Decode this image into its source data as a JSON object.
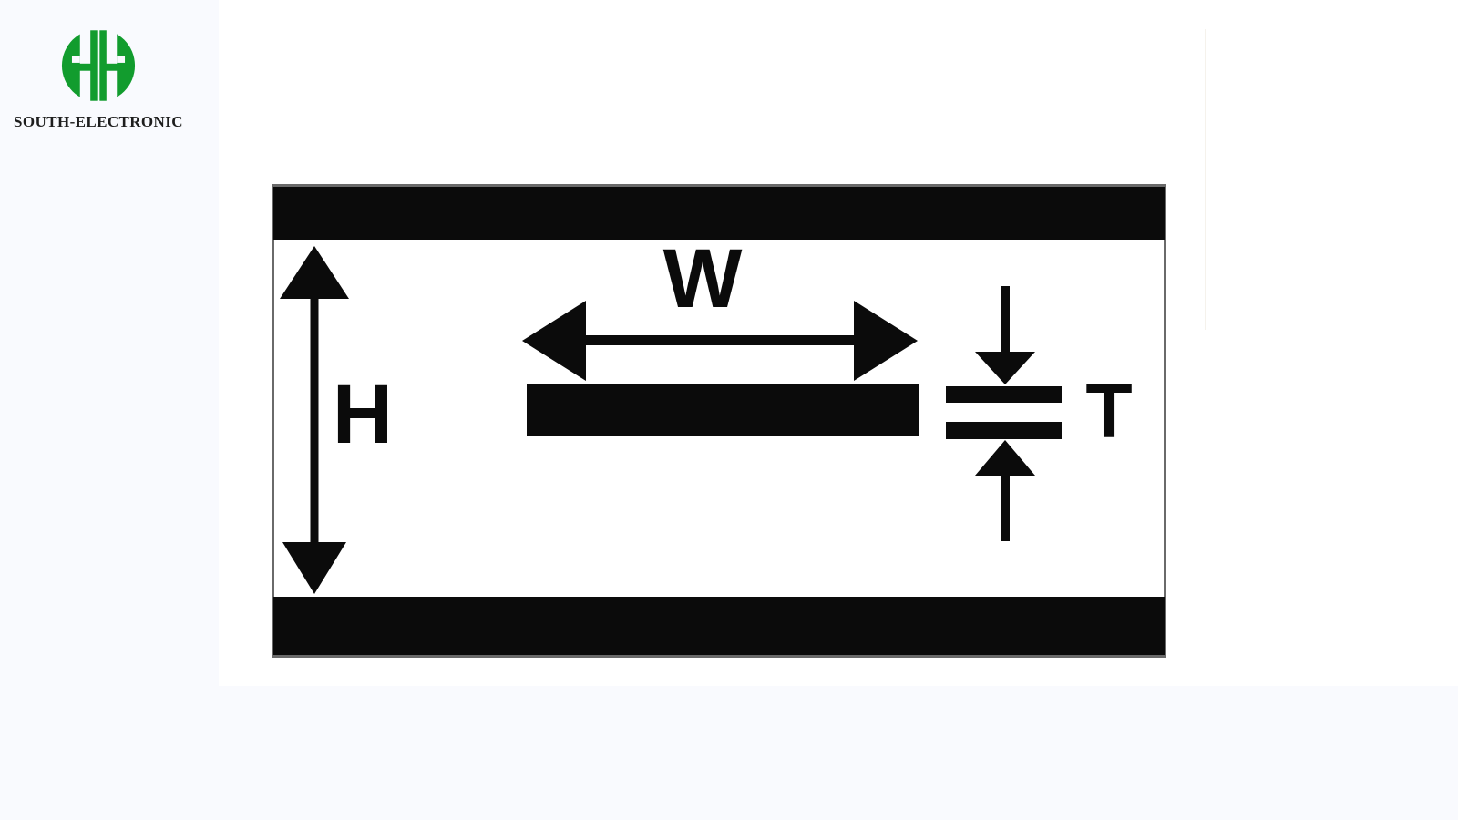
{
  "brand": {
    "name": "SOUTH-ELECTRONIC",
    "logo_color": "#129c2e",
    "text_color": "#1e1e1e"
  },
  "diagram": {
    "labels": {
      "width": "W",
      "height": "H",
      "thickness": "T"
    },
    "colors": {
      "ink": "#0b0b0b",
      "box_border": "#6a6a6a",
      "background": "#ffffff"
    }
  },
  "page": {
    "background": "#ffffff",
    "panel_background": "#f9fafe"
  }
}
